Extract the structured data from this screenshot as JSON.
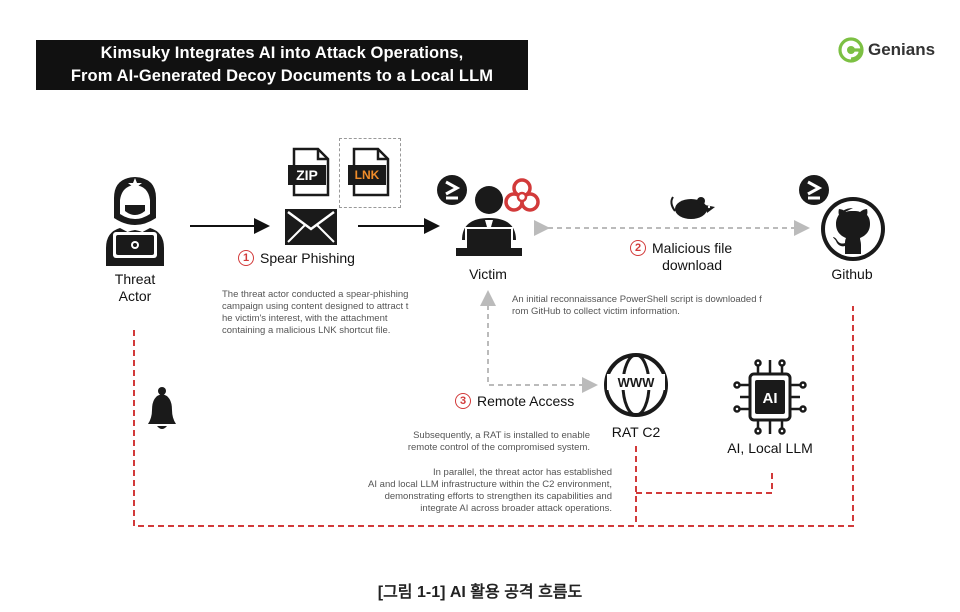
{
  "title": {
    "line1": "Kimsuky Integrates AI into Attack Operations,",
    "line2": "From AI-Generated Decoy Documents to a Local LLM"
  },
  "brand": {
    "name": "Genians",
    "color": "#7cc043"
  },
  "icons": {
    "zip_text": "ZIP",
    "lnk_text": "LNK",
    "www_text": "WWW",
    "ai_text": "AI"
  },
  "nodes": {
    "threat_actor": "Threat\nActor",
    "victim": "Victim",
    "github": "Github",
    "rat_c2": "RAT C2",
    "ai_local_llm": "AI, Local LLM"
  },
  "steps": [
    {
      "number": "1",
      "label": "Spear Phishing"
    },
    {
      "number": "2",
      "label": "Malicious file\ndownload"
    },
    {
      "number": "3",
      "label": "Remote Access"
    }
  ],
  "descriptions": {
    "phishing": "The threat actor conducted a spear-phishing\ncampaign using content designed to attract t\nhe victim's interest, with the attachment\ncontaining a malicious LNK shortcut file.",
    "download": "An initial reconnaissance PowerShell script is downloaded f\nrom GitHub to collect victim information.",
    "rat": "Subsequently, a RAT is installed to enable\nremote control of the compromised system.",
    "ai": "In parallel, the threat actor has established\nAI and local LLM infrastructure within the C2 environment,\ndemonstrating efforts to strengthen its capabilities and\nintegrate AI across broader attack operations."
  },
  "caption": "[그림 1-1] AI 활용 공격 흐름도",
  "colors": {
    "accent_red": "#d23a3a",
    "dashed_gray": "#bbbbbb",
    "dark": "#111111"
  }
}
